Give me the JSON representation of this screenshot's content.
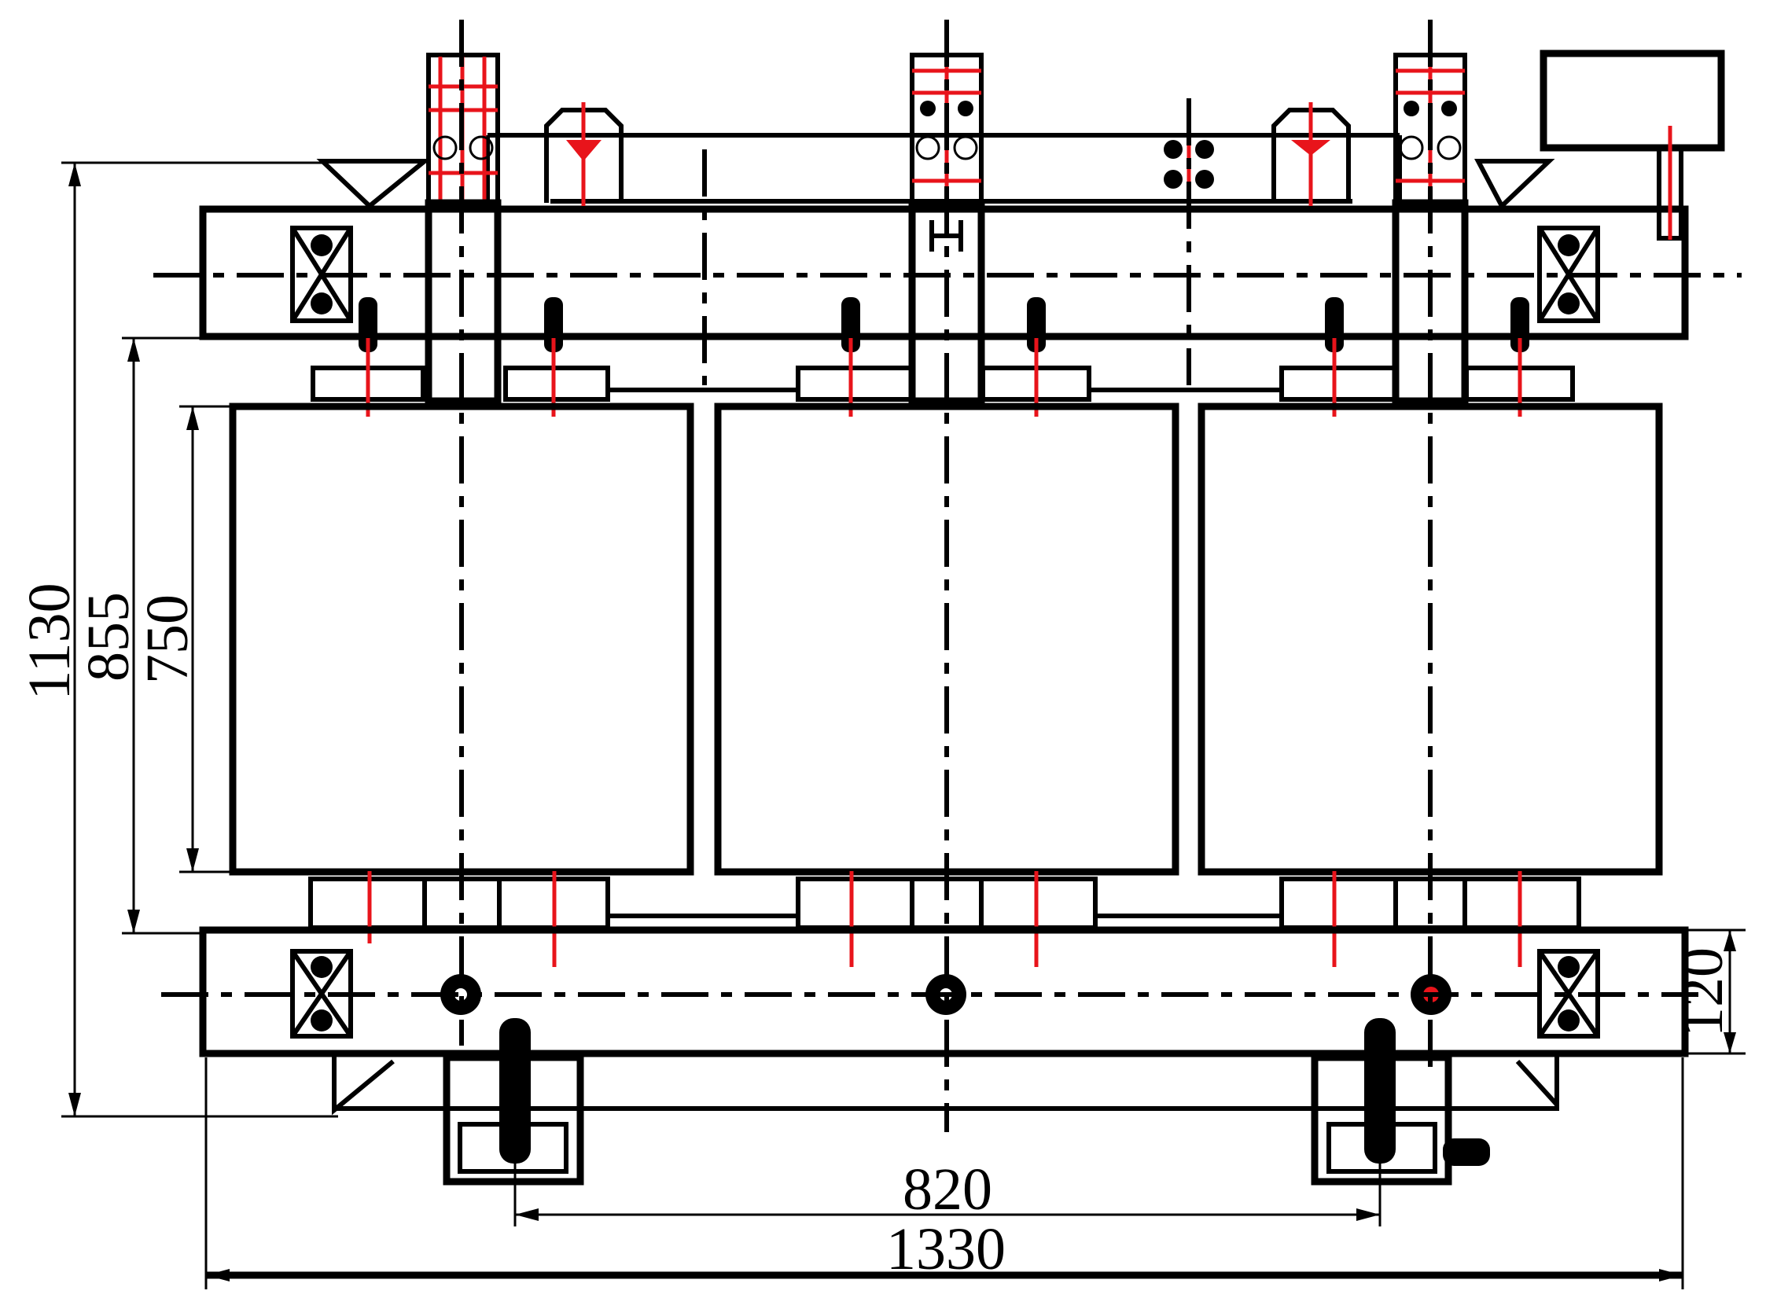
{
  "dimensions": {
    "overall_height": "1130",
    "window_height": "855",
    "coil_height": "750",
    "yoke_height": "120",
    "wheel_gauge": "820",
    "overall_width": "1330"
  },
  "colors": {
    "line": "#000000",
    "highlight": "#e8141b",
    "background": "#ffffff"
  }
}
